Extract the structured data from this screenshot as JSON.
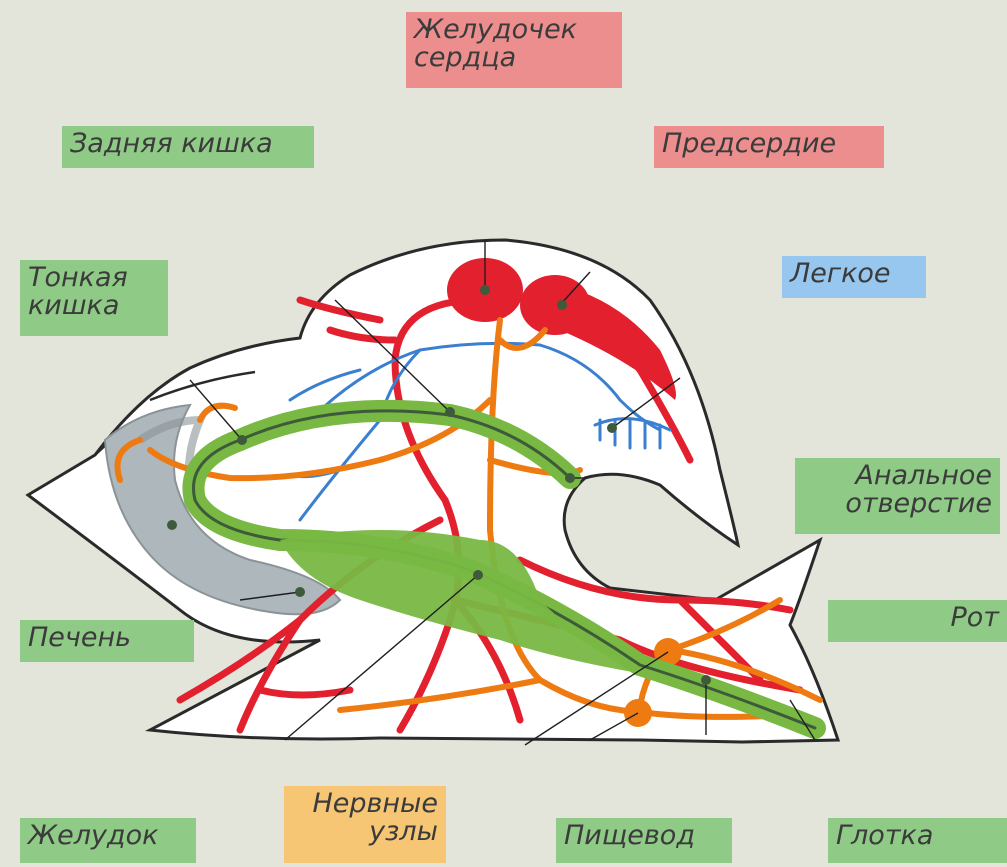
{
  "colors": {
    "label_green": "#8fcb86",
    "label_red": "#ec8e8e",
    "label_blue": "#97c7ee",
    "label_orange": "#f6c675",
    "vessel_red": "#e2202e",
    "nerve_orange": "#ee7a12",
    "lung_blue": "#3a7fd0",
    "gut_green": "#78b843",
    "liver_gray": "#aeb7bb"
  },
  "labels": {
    "ventricle": "Желудочек\nсердца",
    "hindgut": "Задняя кишка",
    "atrium": "Предсердие",
    "small_intestine": "Тонкая\nкишка",
    "lung": "Легкое",
    "anus": "Анальное\nотверстие",
    "mouth": "Рот",
    "liver": "Печень",
    "stomach": "Желудок",
    "ganglia": "Нервные\nузлы",
    "esophagus": "Пищевод",
    "pharynx": "Глотка"
  }
}
